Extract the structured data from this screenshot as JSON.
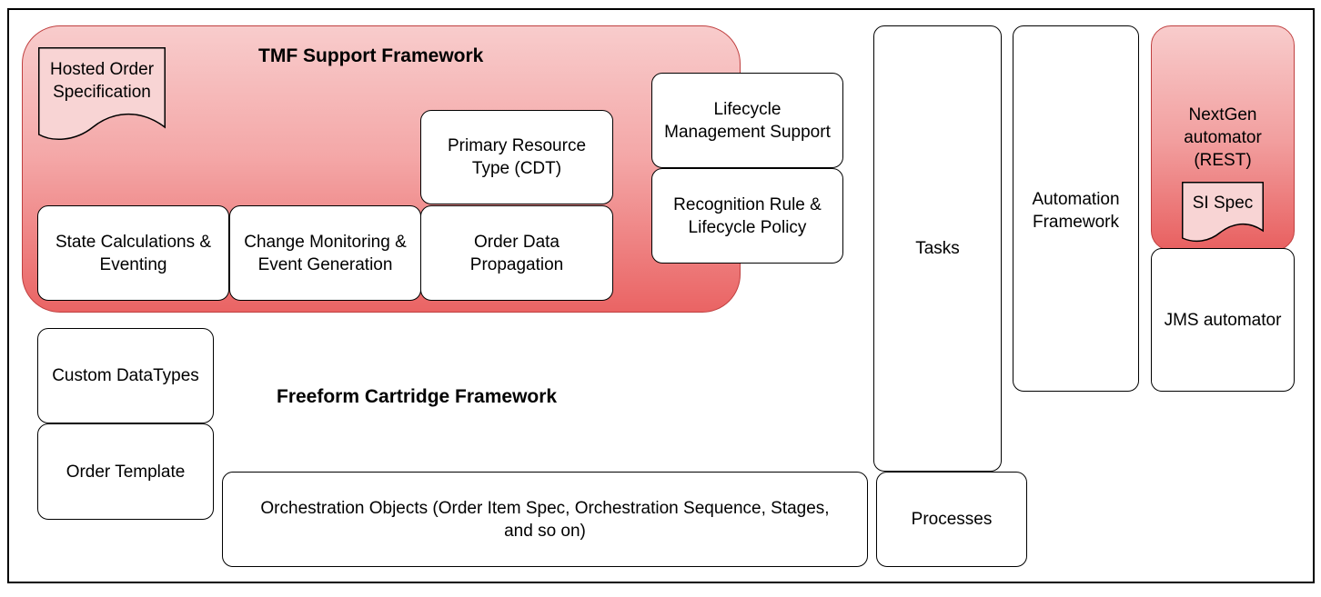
{
  "tmf": {
    "title": "TMF Support Framework",
    "hosted_order_spec": "Hosted Order\nSpecification",
    "primary_resource_type": "Primary Resource\nType (CDT)",
    "lifecycle_management": "Lifecycle\nManagement Support",
    "recognition_rule": "Recognition Rule &\nLifecycle Policy",
    "state_calculations": "State Calculations &\nEventing",
    "change_monitoring": "Change Monitoring &\nEvent Generation",
    "order_data_propagation": "Order Data\nPropagation"
  },
  "freeform": {
    "title": "Freeform Cartridge Framework",
    "custom_datatypes": "Custom DataTypes",
    "order_template": "Order Template",
    "orchestration_objects": "Orchestration Objects (Order Item Spec, Orchestration Sequence, Stages,\nand so on)"
  },
  "tasks": "Tasks",
  "processes": "Processes",
  "automation_framework": "Automation\nFramework",
  "nextgen": {
    "label": "NextGen\nautomator\n(REST)",
    "si_spec": "SI Spec"
  },
  "jms_automator": "JMS automator",
  "colors": {
    "tmf_gradient_top": "#f8cccc",
    "tmf_gradient_bottom": "#ea6464",
    "border": "#000000"
  }
}
